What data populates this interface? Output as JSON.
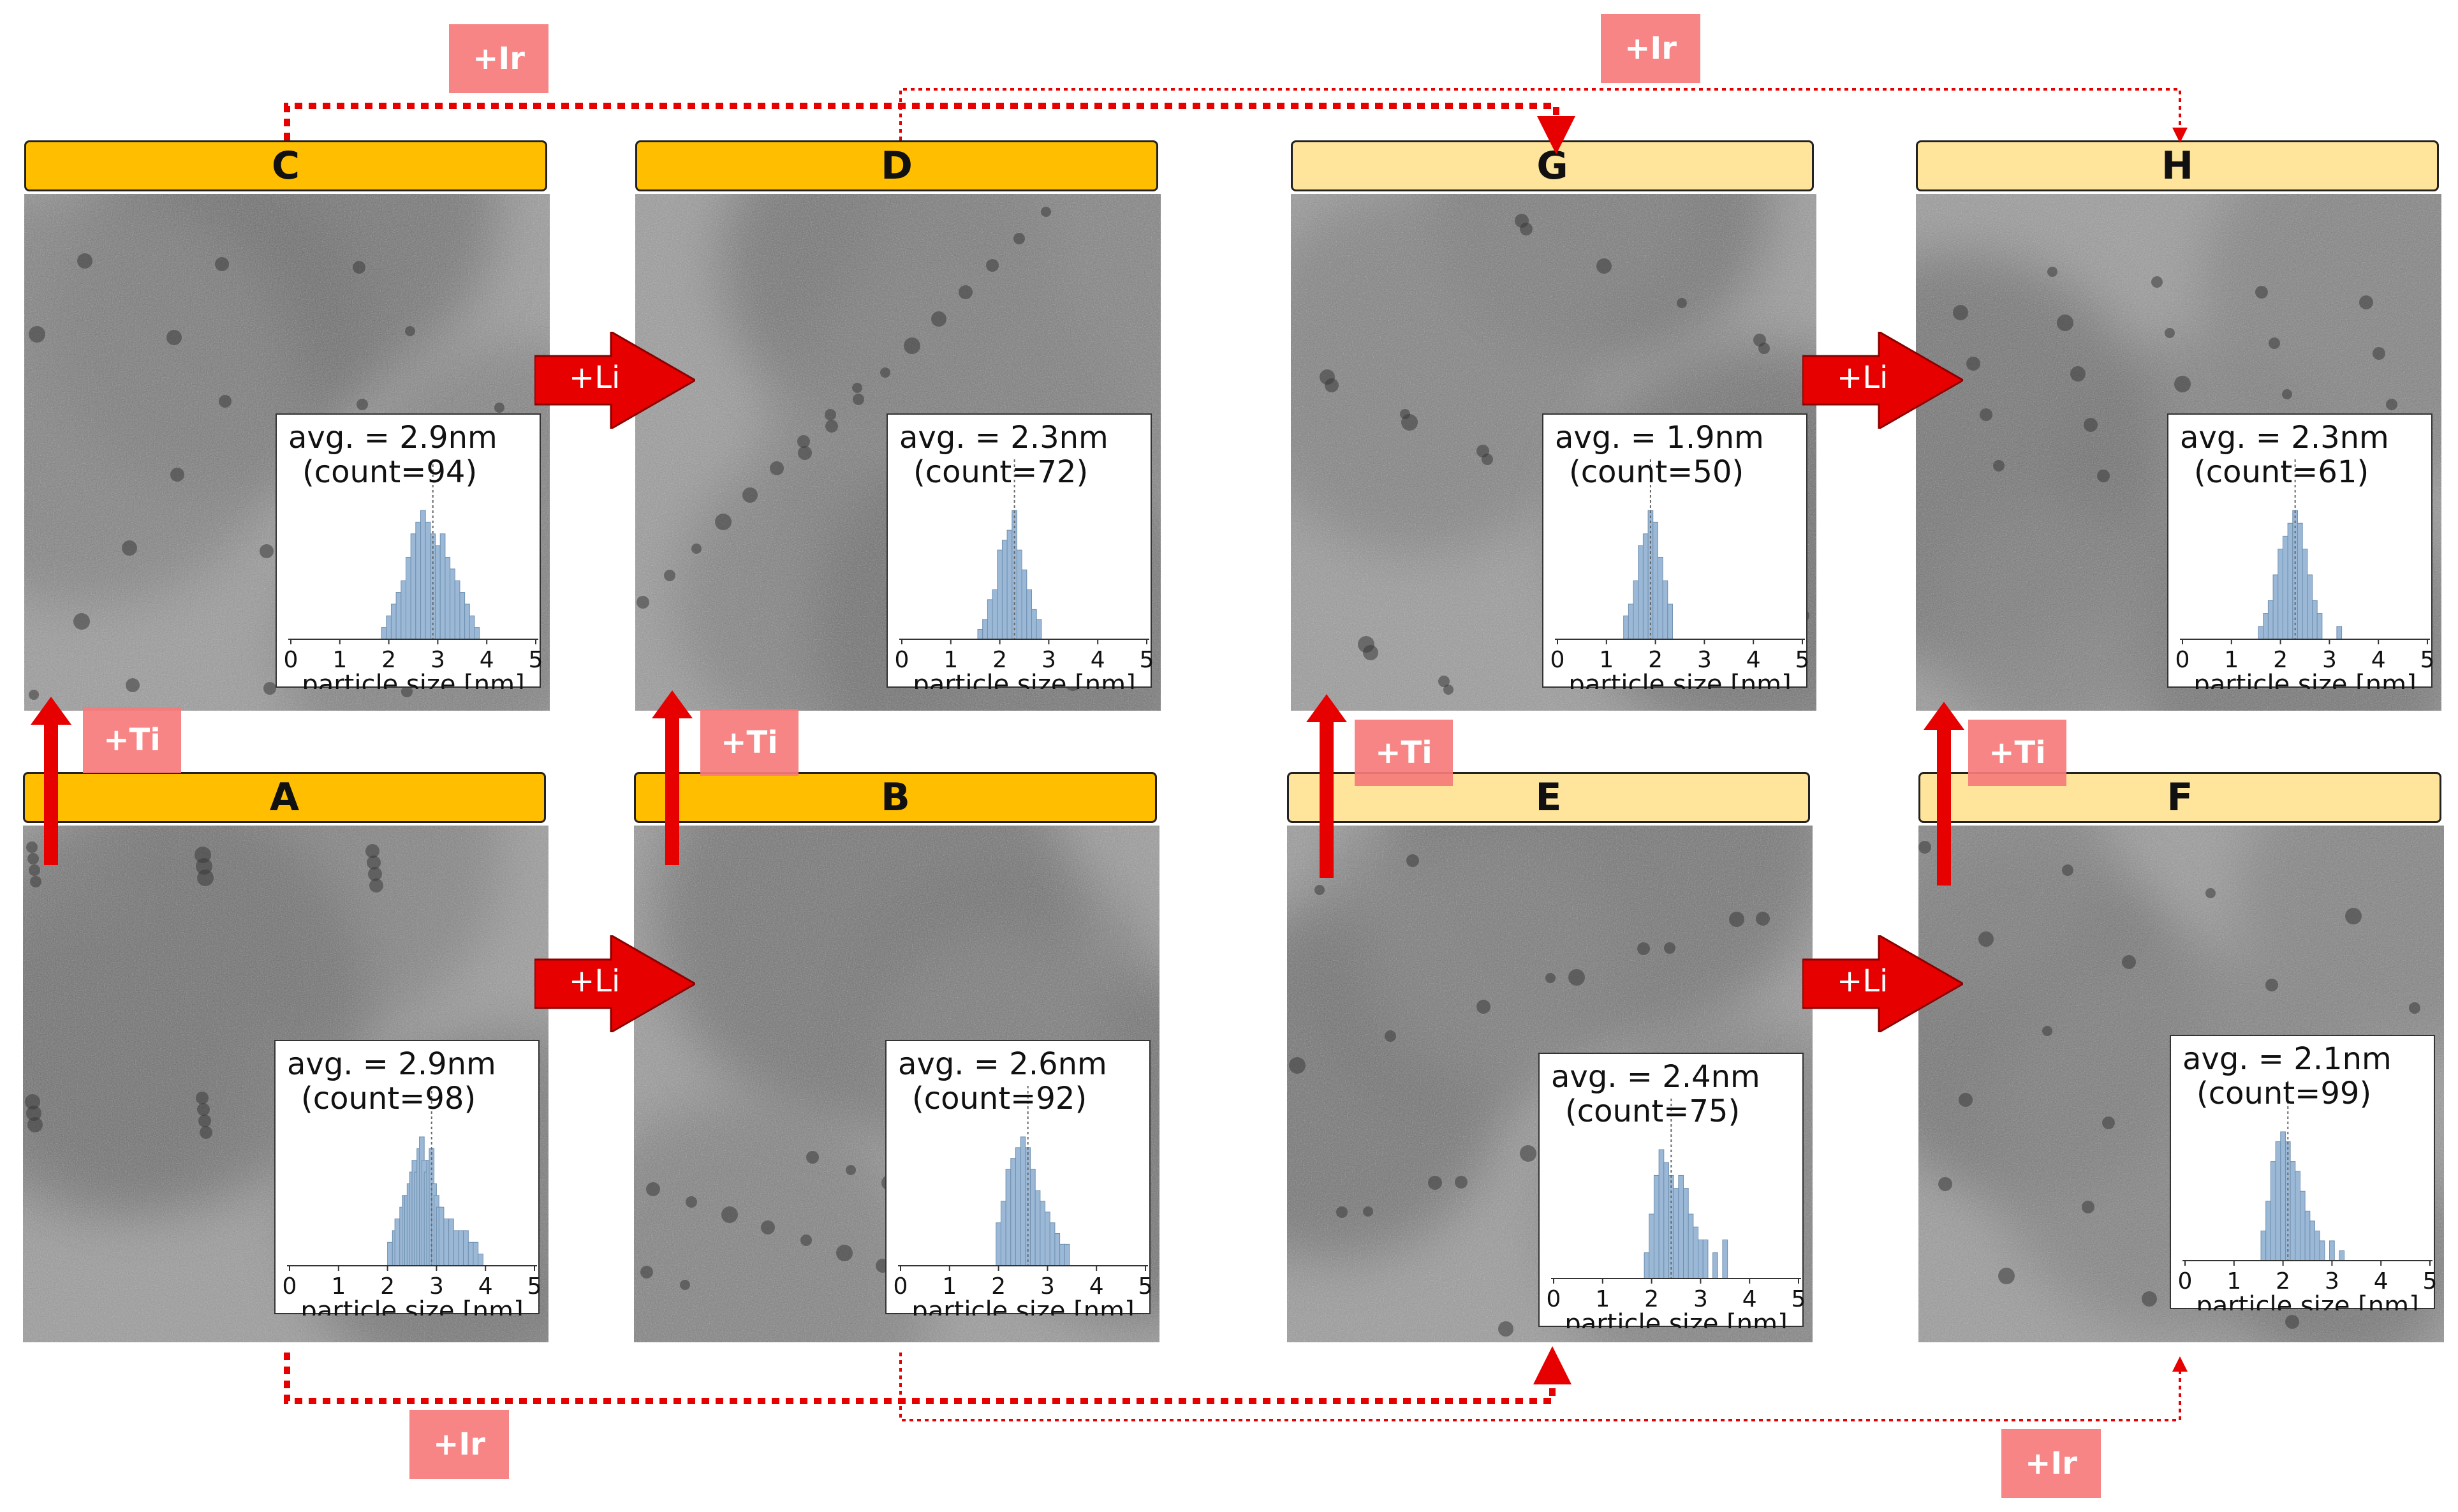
{
  "panels": [
    {
      "id": "A",
      "avg": "avg. = 2.9nm",
      "count": "(count=98)",
      "label_color": "#ffbf00",
      "histogram": {
        "values": [
          2.05,
          2.15,
          2.2,
          2.3,
          2.35,
          2.4,
          2.45,
          2.5,
          2.55,
          2.6,
          2.65,
          2.7,
          2.75,
          2.8,
          2.85,
          2.9,
          2.95,
          3.0,
          3.05,
          3.1,
          3.2,
          3.3,
          3.4,
          3.5,
          3.6,
          3.7,
          3.8,
          3.9
        ],
        "counts": [
          2,
          3,
          4,
          5,
          6,
          6,
          7,
          8,
          9,
          8,
          10,
          11,
          9,
          8,
          9,
          10,
          7,
          6,
          5,
          5,
          4,
          4,
          3,
          3,
          3,
          2,
          2,
          1
        ],
        "mean": 2.9
      }
    },
    {
      "id": "B",
      "avg": "avg. = 2.6nm",
      "count": "(count=92)",
      "label_color": "#ffbf00",
      "histogram": {
        "values": [
          2.0,
          2.1,
          2.2,
          2.3,
          2.4,
          2.5,
          2.6,
          2.7,
          2.8,
          2.9,
          3.0,
          3.1,
          3.2,
          3.3,
          3.4
        ],
        "counts": [
          4,
          6,
          9,
          10,
          11,
          12,
          11,
          9,
          7,
          6,
          5,
          4,
          3,
          2,
          2
        ],
        "mean": 2.6
      }
    },
    {
      "id": "C",
      "avg": "avg. = 2.9nm",
      "count": "(count=94)",
      "label_color": "#ffbf00",
      "histogram": {
        "values": [
          1.9,
          2.0,
          2.1,
          2.2,
          2.3,
          2.4,
          2.5,
          2.6,
          2.7,
          2.8,
          2.9,
          3.0,
          3.1,
          3.2,
          3.3,
          3.4,
          3.5,
          3.6,
          3.7,
          3.8
        ],
        "counts": [
          1,
          2,
          3,
          4,
          5,
          7,
          9,
          10,
          11,
          10,
          9,
          8,
          9,
          7,
          6,
          5,
          4,
          3,
          2,
          1
        ],
        "mean": 2.9
      }
    },
    {
      "id": "D",
      "avg": "avg. = 2.3nm",
      "count": "(count=72)",
      "label_color": "#ffbf00",
      "histogram": {
        "values": [
          1.6,
          1.7,
          1.8,
          1.9,
          2.0,
          2.1,
          2.2,
          2.3,
          2.4,
          2.5,
          2.6,
          2.7,
          2.8
        ],
        "counts": [
          1,
          2,
          4,
          5,
          9,
          10,
          11,
          13,
          9,
          7,
          5,
          3,
          2
        ],
        "mean": 2.3
      }
    },
    {
      "id": "E",
      "avg": "avg. = 2.4nm",
      "count": "(count=75)",
      "label_color": "#ffe59b",
      "histogram": {
        "values": [
          1.9,
          2.0,
          2.1,
          2.2,
          2.3,
          2.4,
          2.5,
          2.6,
          2.7,
          2.8,
          2.9,
          3.0,
          3.1,
          3.3,
          3.5
        ],
        "counts": [
          2,
          5,
          8,
          10,
          9,
          8,
          7,
          8,
          7,
          5,
          4,
          3,
          3,
          2,
          3
        ],
        "mean": 2.4
      }
    },
    {
      "id": "F",
      "avg": "avg. = 2.1nm",
      "count": "(count=99)",
      "label_color": "#ffe59b",
      "histogram": {
        "values": [
          1.6,
          1.7,
          1.8,
          1.9,
          2.0,
          2.1,
          2.2,
          2.3,
          2.4,
          2.5,
          2.6,
          2.7,
          2.8,
          3.0,
          3.2
        ],
        "counts": [
          3,
          6,
          10,
          12,
          13,
          12,
          10,
          9,
          7,
          5,
          4,
          3,
          2,
          2,
          1
        ],
        "mean": 2.1
      }
    },
    {
      "id": "G",
      "avg": "avg. = 1.9nm",
      "count": "(count=50)",
      "label_color": "#ffe59b",
      "histogram": {
        "values": [
          1.4,
          1.5,
          1.6,
          1.7,
          1.8,
          1.9,
          2.0,
          2.1,
          2.2,
          2.3
        ],
        "counts": [
          2,
          3,
          5,
          8,
          9,
          11,
          10,
          7,
          5,
          3
        ],
        "mean": 1.9
      }
    },
    {
      "id": "H",
      "avg": "avg. = 2.3nm",
      "count": "(count=61)",
      "label_color": "#ffe59b",
      "histogram": {
        "values": [
          1.6,
          1.7,
          1.8,
          1.9,
          2.0,
          2.1,
          2.2,
          2.3,
          2.4,
          2.5,
          2.6,
          2.7,
          2.8,
          3.2
        ],
        "counts": [
          1,
          2,
          3,
          5,
          7,
          8,
          9,
          10,
          9,
          7,
          5,
          3,
          2,
          1
        ],
        "mean": 2.3
      }
    }
  ],
  "axis": {
    "ticks": [
      "0",
      "1",
      "2",
      "3",
      "4",
      "5"
    ],
    "xlabel": "particle size [nm]",
    "range": [
      0,
      5
    ]
  },
  "tags": {
    "li": "+Li",
    "ti": "+Ti",
    "ir": "+Ir"
  },
  "colors": {
    "label_dark": "#ffbf00",
    "label_light": "#ffe59b",
    "arrow_red": "#e60000",
    "tag_pink": "#f77b7b",
    "hist_bar": "#9bb9d6",
    "hist_edge": "#6f8fb0"
  }
}
